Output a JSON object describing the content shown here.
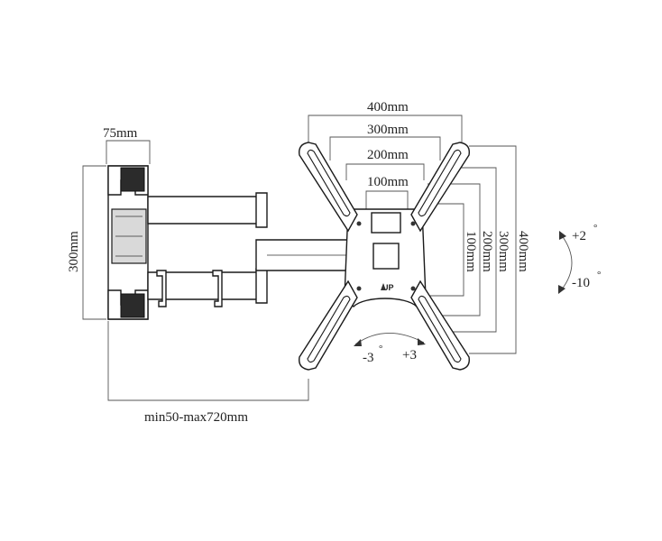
{
  "vesa": {
    "d400": "400mm",
    "d300": "300mm",
    "d200": "200mm",
    "d100": "100mm"
  },
  "wall_plate": {
    "width": "75mm",
    "height": "300mm"
  },
  "extension": "min50-max720mm",
  "tilt": {
    "up": "+2",
    "down": "-10"
  },
  "swivel": {
    "left": "-3",
    "right": "+3"
  },
  "up_marker": "UP",
  "degree_symbol": "°"
}
